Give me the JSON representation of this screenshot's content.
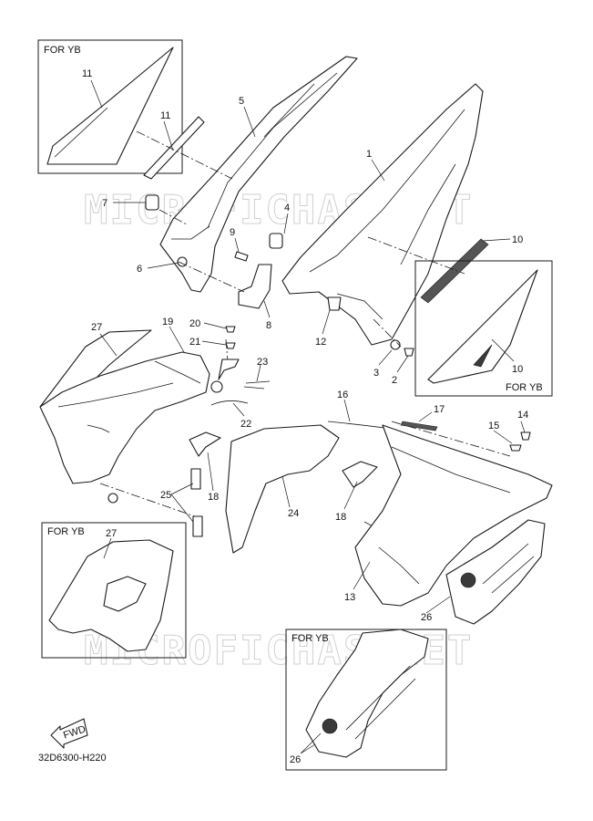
{
  "watermark": "MICROFICHAS.NET",
  "drawing_code": "32D6300-H220",
  "fwd_label": "FWD",
  "callouts": {
    "c1": "1",
    "c2": "2",
    "c3": "3",
    "c4": "4",
    "c5": "5",
    "c6": "6",
    "c7": "7",
    "c8": "8",
    "c9": "9",
    "c10a": "10",
    "c10b": "10",
    "c11a": "11",
    "c11b": "11",
    "c12": "12",
    "c13": "13",
    "c14": "14",
    "c15": "15",
    "c16": "16",
    "c17": "17",
    "c18a": "18",
    "c18b": "18",
    "c19": "19",
    "c20": "20",
    "c21": "21",
    "c22": "22",
    "c23": "23",
    "c24": "24",
    "c25": "25",
    "c26a": "26",
    "c26b": "26",
    "c27a": "27",
    "c27b": "27"
  },
  "boxes": {
    "box_top_left": "FOR YB",
    "box_right": "FOR YB",
    "box_left": "FOR YB",
    "box_bottom": "FOR YB"
  }
}
